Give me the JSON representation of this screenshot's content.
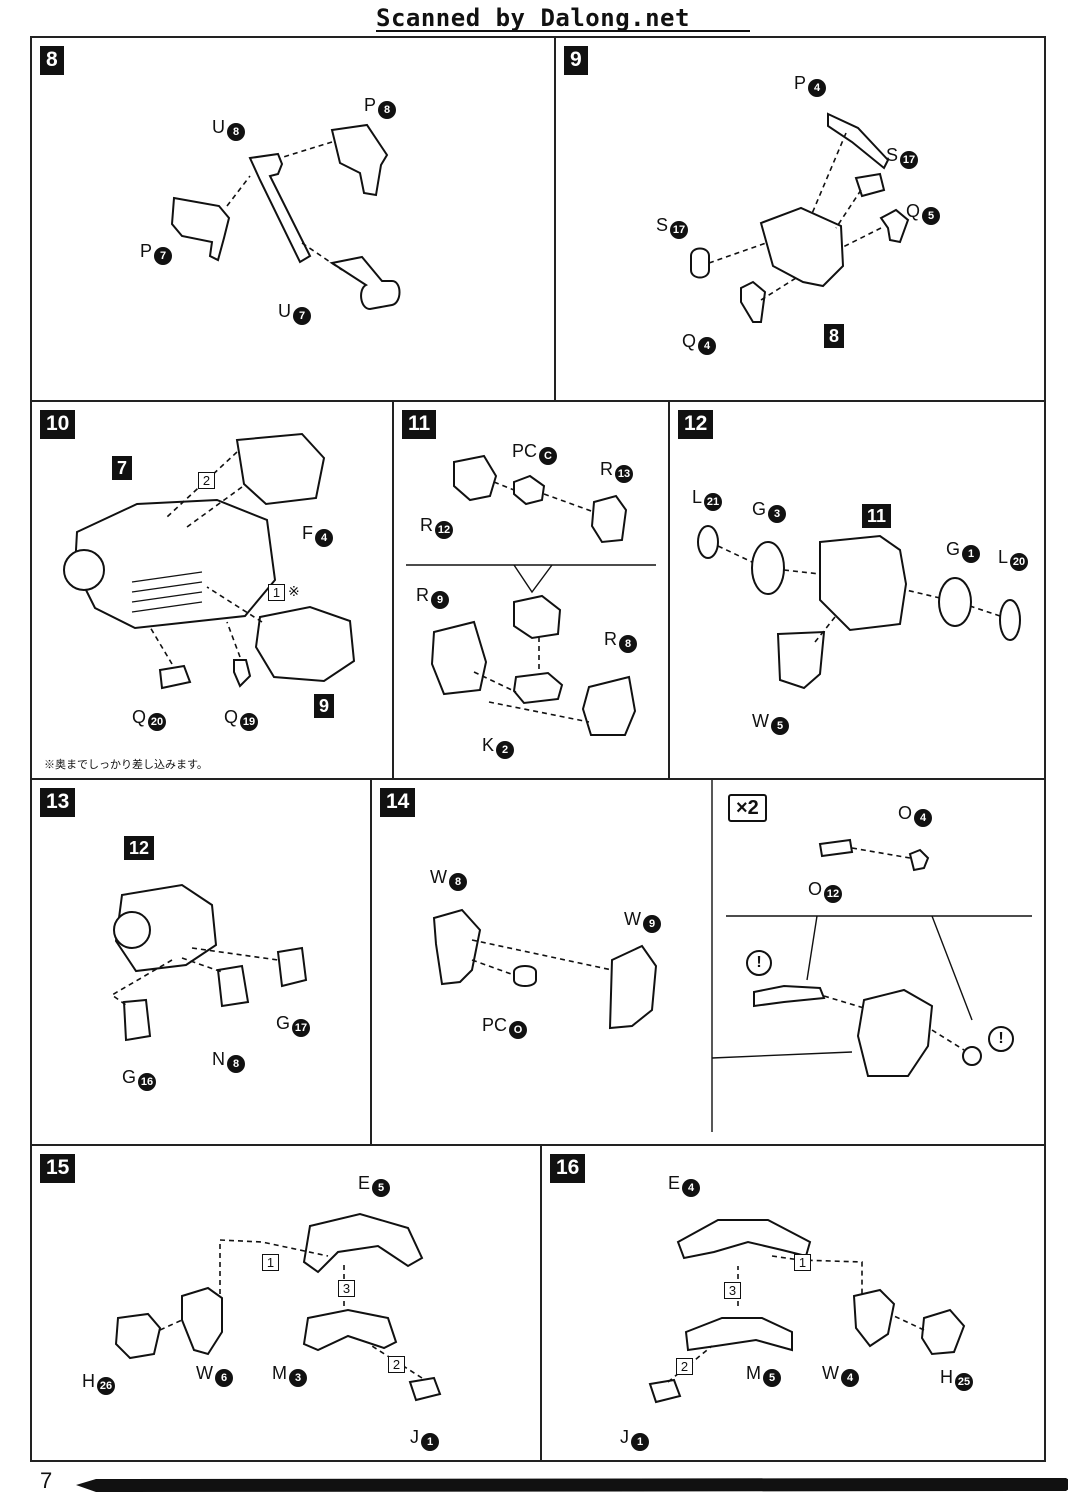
{
  "header": {
    "text": "Scanned by Dalong.net"
  },
  "footer": {
    "page_number": "7"
  },
  "steps": {
    "s8": {
      "num": "8",
      "labels": {
        "u8": {
          "t": "U",
          "n": "8"
        },
        "p8": {
          "t": "P",
          "n": "8"
        },
        "p7": {
          "t": "P",
          "n": "7"
        },
        "u7": {
          "t": "U",
          "n": "7"
        }
      }
    },
    "s9": {
      "num": "9",
      "ref": "8",
      "labels": {
        "p4": {
          "t": "P",
          "n": "4"
        },
        "s17a": {
          "t": "S",
          "n": "17"
        },
        "s17b": {
          "t": "S",
          "n": "17"
        },
        "q5": {
          "t": "Q",
          "n": "5"
        },
        "q4": {
          "t": "Q",
          "n": "4"
        }
      }
    },
    "s10": {
      "num": "10",
      "ref7": "7",
      "ref9": "9",
      "box1": "1",
      "box2": "2",
      "asterisk": "※",
      "note": "※奥までしっかり差し込みます。",
      "labels": {
        "f4": {
          "t": "F",
          "n": "4"
        },
        "q20": {
          "t": "Q",
          "n": "20"
        },
        "q19": {
          "t": "Q",
          "n": "19"
        }
      }
    },
    "s11": {
      "num": "11",
      "labels": {
        "pcc": {
          "t": "PC",
          "n": "C"
        },
        "r13": {
          "t": "R",
          "n": "13"
        },
        "r12": {
          "t": "R",
          "n": "12"
        },
        "r9": {
          "t": "R",
          "n": "9"
        },
        "r8": {
          "t": "R",
          "n": "8"
        },
        "k2": {
          "t": "K",
          "n": "2"
        }
      }
    },
    "s12": {
      "num": "12",
      "ref": "11",
      "labels": {
        "l21": {
          "t": "L",
          "n": "21"
        },
        "g3": {
          "t": "G",
          "n": "3"
        },
        "g1": {
          "t": "G",
          "n": "1"
        },
        "l20": {
          "t": "L",
          "n": "20"
        },
        "w5": {
          "t": "W",
          "n": "5"
        }
      }
    },
    "s13": {
      "num": "13",
      "ref": "12",
      "labels": {
        "g17": {
          "t": "G",
          "n": "17"
        },
        "n8": {
          "t": "N",
          "n": "8"
        },
        "g16": {
          "t": "G",
          "n": "16"
        }
      }
    },
    "s14": {
      "num": "14",
      "x2": "×2",
      "warn": "!",
      "labels": {
        "w8": {
          "t": "W",
          "n": "8"
        },
        "w9": {
          "t": "W",
          "n": "9"
        },
        "pco": {
          "t": "PC",
          "n": "O"
        },
        "o4": {
          "t": "O",
          "n": "4"
        },
        "o12": {
          "t": "O",
          "n": "12"
        }
      }
    },
    "s15": {
      "num": "15",
      "box1": "1",
      "box2": "2",
      "box3": "3",
      "labels": {
        "e5": {
          "t": "E",
          "n": "5"
        },
        "h26": {
          "t": "H",
          "n": "26"
        },
        "w6": {
          "t": "W",
          "n": "6"
        },
        "m3": {
          "t": "M",
          "n": "3"
        },
        "j1": {
          "t": "J",
          "n": "1"
        }
      }
    },
    "s16": {
      "num": "16",
      "box1": "1",
      "box2": "2",
      "box3": "3",
      "labels": {
        "e4": {
          "t": "E",
          "n": "4"
        },
        "m5": {
          "t": "M",
          "n": "5"
        },
        "w4": {
          "t": "W",
          "n": "4"
        },
        "h25": {
          "t": "H",
          "n": "25"
        },
        "j1": {
          "t": "J",
          "n": "1"
        }
      }
    }
  },
  "colors": {
    "ink": "#111111",
    "paper": "#ffffff"
  }
}
